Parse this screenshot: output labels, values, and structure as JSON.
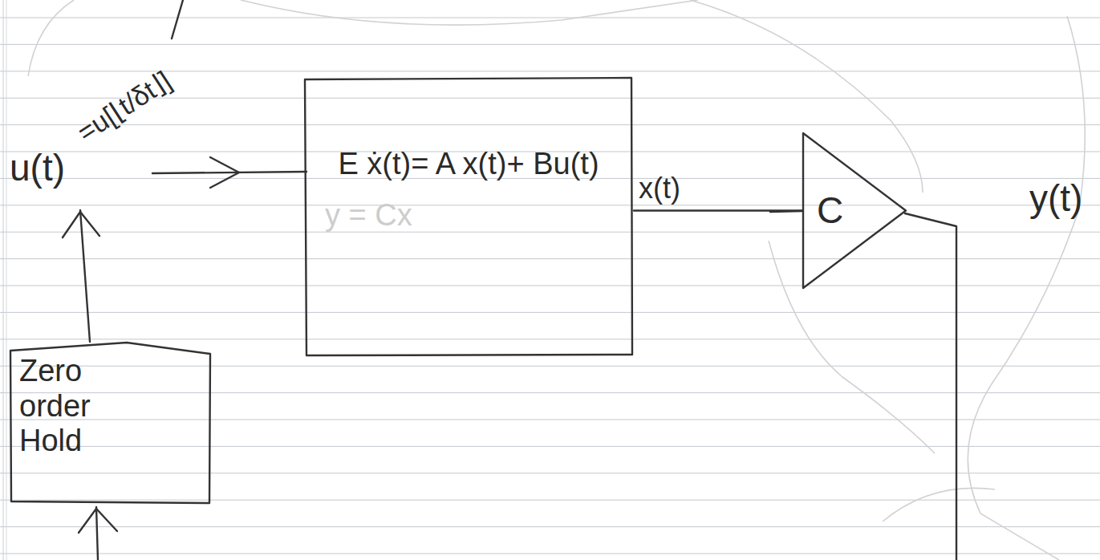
{
  "diagram": {
    "nodes": [
      {
        "text": [
          "E ẋ(t)= A x(t)+ Bu(t)"
        ]
      },
      {
        "text": [
          "C"
        ]
      },
      {
        "text": [
          "Zero order Hold"
        ]
      }
    ],
    "edges": [
      {
        "from": 0,
        "to": 1,
        "arrow": "none",
        "label": "x(t)"
      }
    ],
    "labels": [
      "u(t)",
      "=u[⌊t/δt⌋]",
      "y = Cx",
      "y(t)"
    ]
  }
}
